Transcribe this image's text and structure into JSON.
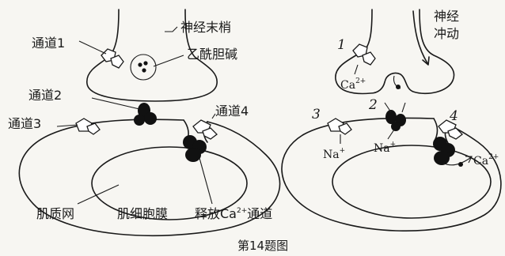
{
  "left": {
    "labels": {
      "nerve_ending": "神经末梢",
      "acetylcholine": "乙酰胆碱",
      "channel1": "通道1",
      "channel2": "通道2",
      "channel3": "通道3",
      "channel4": "通道4",
      "sarcoplasmic_reticulum": "肌质网",
      "sarcolemma": "肌细胞膜",
      "ca_release_channel_pre": "释放Ca",
      "ca_release_channel_sup": "2+",
      "ca_release_channel_post": "通道"
    }
  },
  "right": {
    "labels": {
      "nerve_impulse_line1": "神经",
      "nerve_impulse_line2": "冲动",
      "n1": "1",
      "n2": "2",
      "n3": "3",
      "n4": "4",
      "ca_in": "Ca",
      "ca_in_sup": "2+",
      "na_left": "Na",
      "na_left_sup": "+",
      "na_mid": "Na",
      "na_mid_sup": "+",
      "ca_out": "Ca",
      "ca_out_sup": "2+"
    }
  },
  "caption": "第14题图"
}
